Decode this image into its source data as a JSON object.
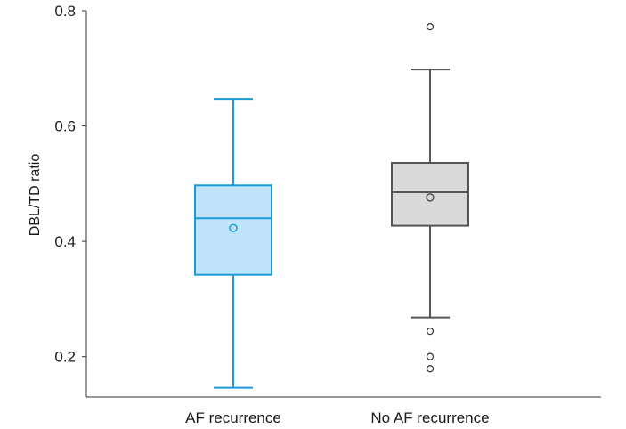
{
  "chart_data": {
    "type": "box",
    "title": "",
    "xlabel": "",
    "ylabel": "DBL/TD ratio",
    "ylim": [
      0.13,
      0.8
    ],
    "yticks": [
      "0.2",
      "0.4",
      "0.6",
      "0.8"
    ],
    "grid": false,
    "legend": "none",
    "categories": [
      "AF recurrence",
      "No AF recurrence"
    ],
    "series": [
      {
        "category": "AF recurrence",
        "whisker_low": 0.146,
        "q1": 0.342,
        "median": 0.44,
        "q3": 0.497,
        "whisker_high": 0.647,
        "mean": 0.423,
        "outliers": [],
        "stroke_color": "#1a9bd7",
        "fill_color": "#bfe3f8"
      },
      {
        "category": "No AF recurrence",
        "whisker_low": 0.268,
        "q1": 0.427,
        "median": 0.485,
        "q3": 0.536,
        "whisker_high": 0.698,
        "mean": 0.476,
        "outliers": [
          0.772,
          0.244,
          0.2,
          0.179
        ],
        "stroke_color": "#555555",
        "fill_color": "#d9d9d9"
      }
    ],
    "axis_color": "#333333"
  }
}
